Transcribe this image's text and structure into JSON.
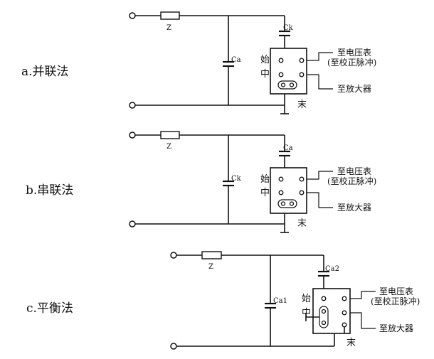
{
  "circuits": [
    {
      "caption": "a.并联法",
      "impedance_label": "Z",
      "shunt_cap_label": "Ca",
      "series_cap_label": "Ck",
      "switch_start": "始",
      "switch_mid": "中",
      "switch_end": "末",
      "to_voltmeter": "至电压表",
      "to_calibration": "(至校正脉冲)",
      "to_amplifier": "至放大器"
    },
    {
      "caption": "b.串联法",
      "impedance_label": "Z",
      "shunt_cap_label": "Ck",
      "series_cap_label": "Ca",
      "switch_start": "始",
      "switch_mid": "中",
      "switch_end": "末",
      "to_voltmeter": "至电压表",
      "to_calibration": "(至校正脉冲)",
      "to_amplifier": "至放大器"
    },
    {
      "caption": "c.平衡法",
      "impedance_label": "Z",
      "shunt_cap_label": "Ca1",
      "series_cap_label": "Ca2",
      "switch_start": "始",
      "switch_mid": "中",
      "switch_end": "末",
      "to_voltmeter": "至电压表",
      "to_calibration": "(至校正脉冲)",
      "to_amplifier": "至放大器"
    }
  ]
}
